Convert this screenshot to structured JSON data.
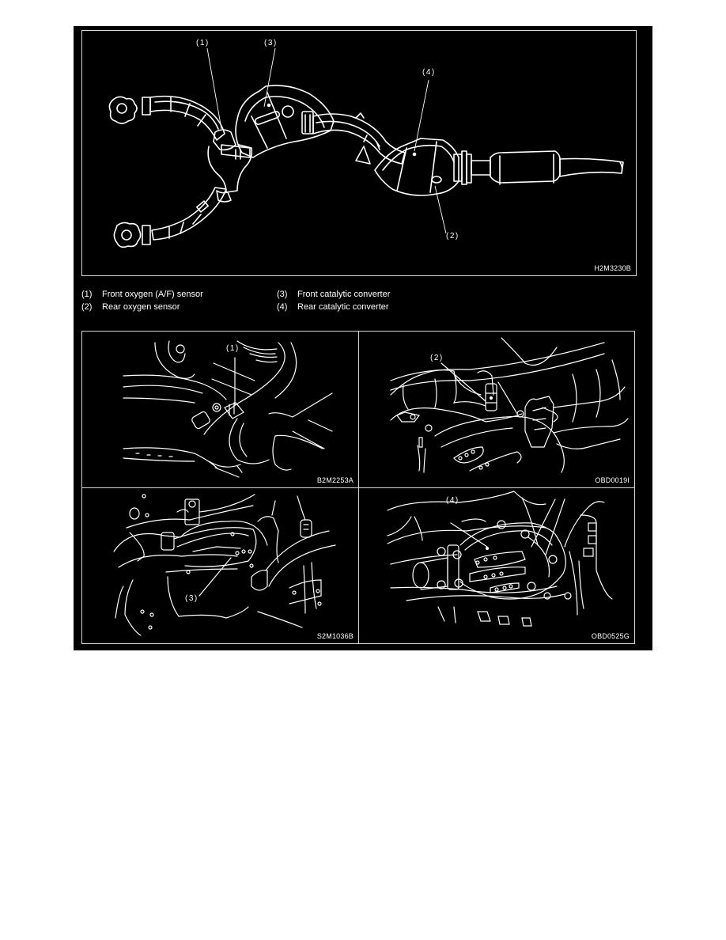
{
  "main_figure": {
    "code": "H2M3230B",
    "callouts": [
      {
        "id": "1",
        "label": "(1)"
      },
      {
        "id": "3",
        "label": "(3)"
      },
      {
        "id": "4",
        "label": "(4)"
      },
      {
        "id": "2",
        "label": "(2)"
      }
    ]
  },
  "legend": {
    "items": [
      {
        "num": "(1)",
        "text": "Front oxygen (A/F) sensor"
      },
      {
        "num": "(2)",
        "text": "Rear oxygen sensor"
      },
      {
        "num": "(3)",
        "text": "Front catalytic converter"
      },
      {
        "num": "(4)",
        "text": "Rear catalytic converter"
      }
    ]
  },
  "detail_figures": [
    {
      "position": "top-left",
      "callout": "(1)",
      "code": "B2M2253A"
    },
    {
      "position": "top-right",
      "callout": "(2)",
      "code": "OBD0019I"
    },
    {
      "position": "bottom-left",
      "callout": "(3)",
      "code": "S2M1036B"
    },
    {
      "position": "bottom-right",
      "callout": "(4)",
      "code": "OBD0525G"
    }
  ],
  "colors": {
    "background": "#000000",
    "line": "#ffffff",
    "page": "#ffffff"
  }
}
